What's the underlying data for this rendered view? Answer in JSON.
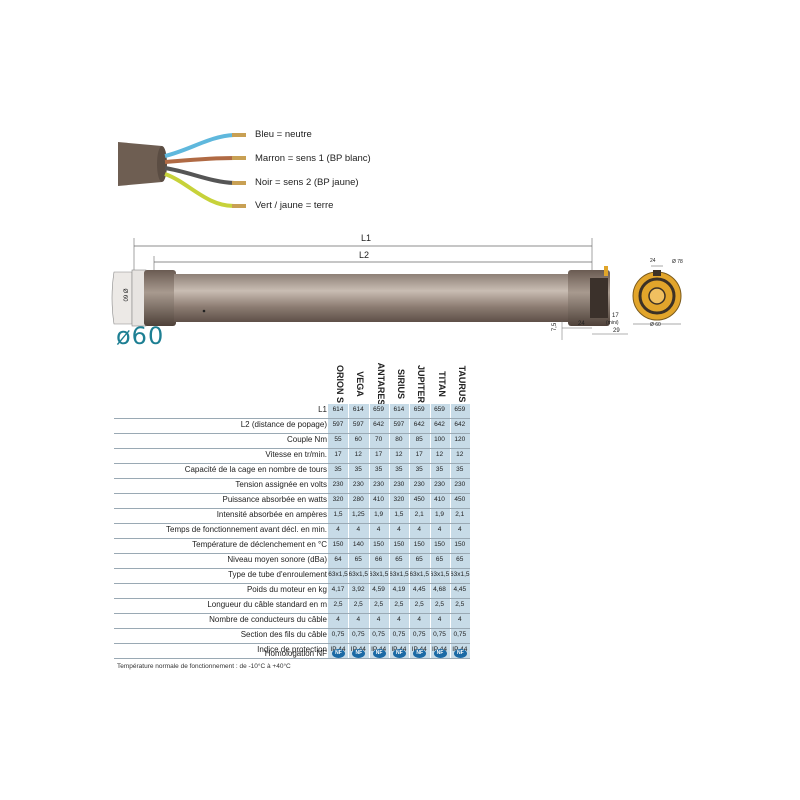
{
  "wires": [
    {
      "label": "Bleu = neutre",
      "color": "#5fb8dd"
    },
    {
      "label": "Marron = sens 1 (BP blanc)",
      "color": "#b06a44"
    },
    {
      "label": "Noir = sens 2 (BP jaune)",
      "color": "#555555"
    },
    {
      "label": "Vert / jaune = terre",
      "color": "#c7d23a"
    }
  ],
  "diagram": {
    "l1": "L1",
    "l2": "L2",
    "dia_tube": "Ø 60",
    "diameter_title": "ø60",
    "dim_75": "7,5",
    "dim_24": "24",
    "dim_17": "17",
    "dim_17b": "(mini)",
    "dim_29": "29",
    "end_24": "24",
    "end_78": "Ø 78",
    "end_60": "Ø 60"
  },
  "table": {
    "models": [
      "ORION S",
      "VEGA",
      "ANTARES",
      "SIRIUS",
      "JUPITER",
      "TITAN",
      "TAURUS"
    ],
    "rows": [
      {
        "label": "L1",
        "values": [
          "614",
          "614",
          "659",
          "614",
          "659",
          "659",
          "659"
        ]
      },
      {
        "label": "L2 (distance de popage)",
        "values": [
          "597",
          "597",
          "642",
          "597",
          "642",
          "642",
          "642"
        ]
      },
      {
        "label": "Couple Nm",
        "values": [
          "55",
          "60",
          "70",
          "80",
          "85",
          "100",
          "120"
        ]
      },
      {
        "label": "Vitesse en tr/min.",
        "values": [
          "17",
          "12",
          "17",
          "12",
          "17",
          "12",
          "12"
        ]
      },
      {
        "label": "Capacité de la cage en nombre de tours",
        "values": [
          "35",
          "35",
          "35",
          "35",
          "35",
          "35",
          "35"
        ]
      },
      {
        "label": "Tension assignée en volts",
        "values": [
          "230",
          "230",
          "230",
          "230",
          "230",
          "230",
          "230"
        ]
      },
      {
        "label": "Puissance absorbée en watts",
        "values": [
          "320",
          "280",
          "410",
          "320",
          "450",
          "410",
          "450"
        ]
      },
      {
        "label": "Intensité absorbée en ampères",
        "values": [
          "1,5",
          "1,25",
          "1,9",
          "1,5",
          "2,1",
          "1,9",
          "2,1"
        ]
      },
      {
        "label": "Temps de fonctionnement avant décl. en min.",
        "values": [
          "4",
          "4",
          "4",
          "4",
          "4",
          "4",
          "4"
        ]
      },
      {
        "label": "Température de déclenchement en °C",
        "values": [
          "150",
          "140",
          "150",
          "150",
          "150",
          "150",
          "150"
        ]
      },
      {
        "label": "Niveau moyen sonore (dBa)",
        "values": [
          "64",
          "65",
          "66",
          "65",
          "65",
          "65",
          "65"
        ]
      },
      {
        "label": "Type de tube d'enroulement",
        "values": [
          "63x1,5",
          "63x1,5",
          "63x1,5",
          "63x1,5",
          "63x1,5",
          "63x1,5",
          "63x1,5"
        ]
      },
      {
        "label": "Poids du moteur en kg",
        "values": [
          "4,17",
          "3,92",
          "4,59",
          "4,19",
          "4,45",
          "4,68",
          "4,45"
        ]
      },
      {
        "label": "Longueur du câble standard en m",
        "values": [
          "2,5",
          "2,5",
          "2,5",
          "2,5",
          "2,5",
          "2,5",
          "2,5"
        ]
      },
      {
        "label": "Nombre de conducteurs du câble",
        "values": [
          "4",
          "4",
          "4",
          "4",
          "4",
          "4",
          "4"
        ]
      },
      {
        "label": "Section des fils du câble",
        "values": [
          "0,75",
          "0,75",
          "0,75",
          "0,75",
          "0,75",
          "0,75",
          "0,75"
        ]
      },
      {
        "label": "Indice de protection",
        "values": [
          "IP 44",
          "IP 44",
          "IP 44",
          "IP 44",
          "IP 44",
          "IP 44",
          "IP 44"
        ]
      }
    ],
    "homologation_label": "Homologation NF",
    "nf_mark": "NF",
    "footnote": "Température normale de fonctionnement : de -10°C à +40°C"
  }
}
